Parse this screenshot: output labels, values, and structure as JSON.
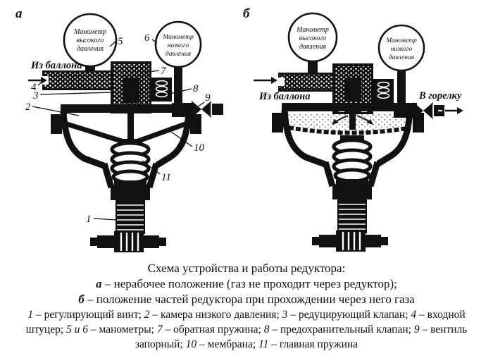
{
  "panels": {
    "a": {
      "label": "а",
      "inlet": "Из баллона",
      "gauge_high": [
        "Манометр",
        "высокого",
        "давления"
      ],
      "gauge_low": [
        "Манометр",
        "низкого",
        "давления"
      ],
      "callouts": [
        "1",
        "2",
        "3",
        "4",
        "5",
        "6",
        "7",
        "8",
        "9",
        "10",
        "11"
      ]
    },
    "b": {
      "label": "б",
      "inlet": "Из баллона",
      "outlet": "В горелку",
      "gauge_high": [
        "Манометр",
        "высокого",
        "давления"
      ],
      "gauge_low": [
        "Манометр",
        "низкого",
        "давления"
      ]
    }
  },
  "caption": {
    "title": "Схема устройства и работы редуктора:",
    "items": [
      {
        "key": "а",
        "text": "– нерабочее положение (газ не проходит через редуктор);"
      },
      {
        "key": "б",
        "text": "– положение частей редуктора при прохождении через него газа"
      }
    ]
  },
  "legend": [
    {
      "num": "1",
      "text": " – регулирующий винт; "
    },
    {
      "num": "2",
      "text": " – камера низкого давления; "
    },
    {
      "num": "3",
      "text": " – редуцирующий клапан; "
    },
    {
      "num": "4",
      "text": " – входной штуцер; "
    },
    {
      "num": "5 и 6",
      "text": " – манометры; "
    },
    {
      "num": "7",
      "text": " – обратная пружина; "
    },
    {
      "num": "8",
      "text": " – предохранительный клапан; "
    },
    {
      "num": "9",
      "text": " – вентиль запорный; "
    },
    {
      "num": "10",
      "text": " – мембрана; "
    },
    {
      "num": "11",
      "text": " – главная пружина"
    }
  ]
}
